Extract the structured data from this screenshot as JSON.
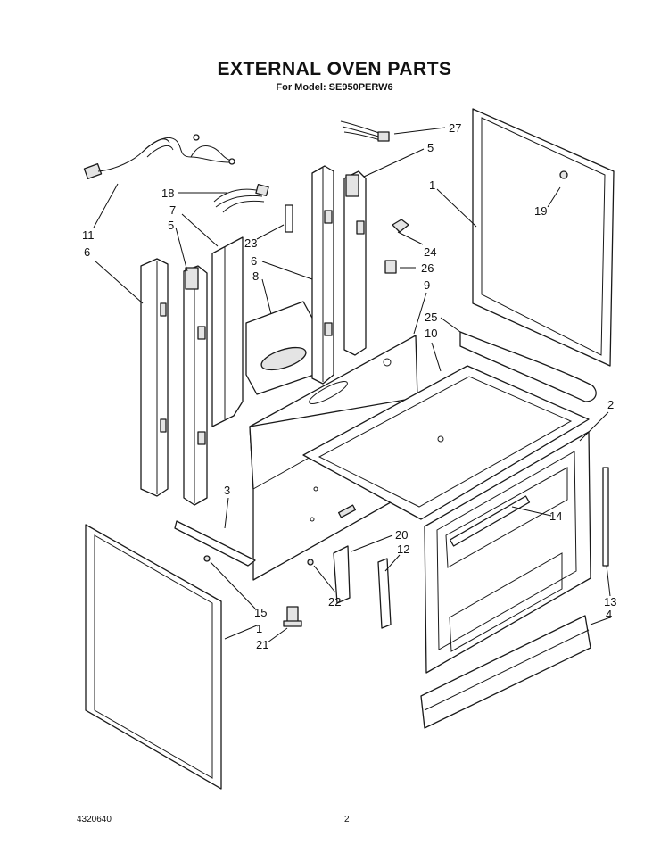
{
  "header": {
    "title": "EXTERNAL OVEN PARTS",
    "subtitle": "For Model: SE950PERW6"
  },
  "footer": {
    "doc_number": "4320640",
    "page_number": "2"
  },
  "callouts": [
    "27",
    "5",
    "1",
    "19",
    "11",
    "18",
    "7",
    "5",
    "23",
    "24",
    "6",
    "6",
    "26",
    "8",
    "9",
    "25",
    "10",
    "2",
    "3",
    "14",
    "20",
    "12",
    "15",
    "22",
    "13",
    "4",
    "1",
    "21"
  ]
}
